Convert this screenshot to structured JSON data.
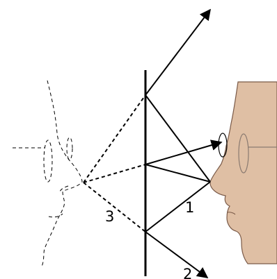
{
  "labels": {
    "ray_1": "1",
    "ray_2": "2",
    "ray_3": "3"
  },
  "colors": {
    "skin": "#dfbfa4",
    "skin_outline": "#7a5a48",
    "line": "#000000",
    "glasses": "#8a7a70"
  }
}
